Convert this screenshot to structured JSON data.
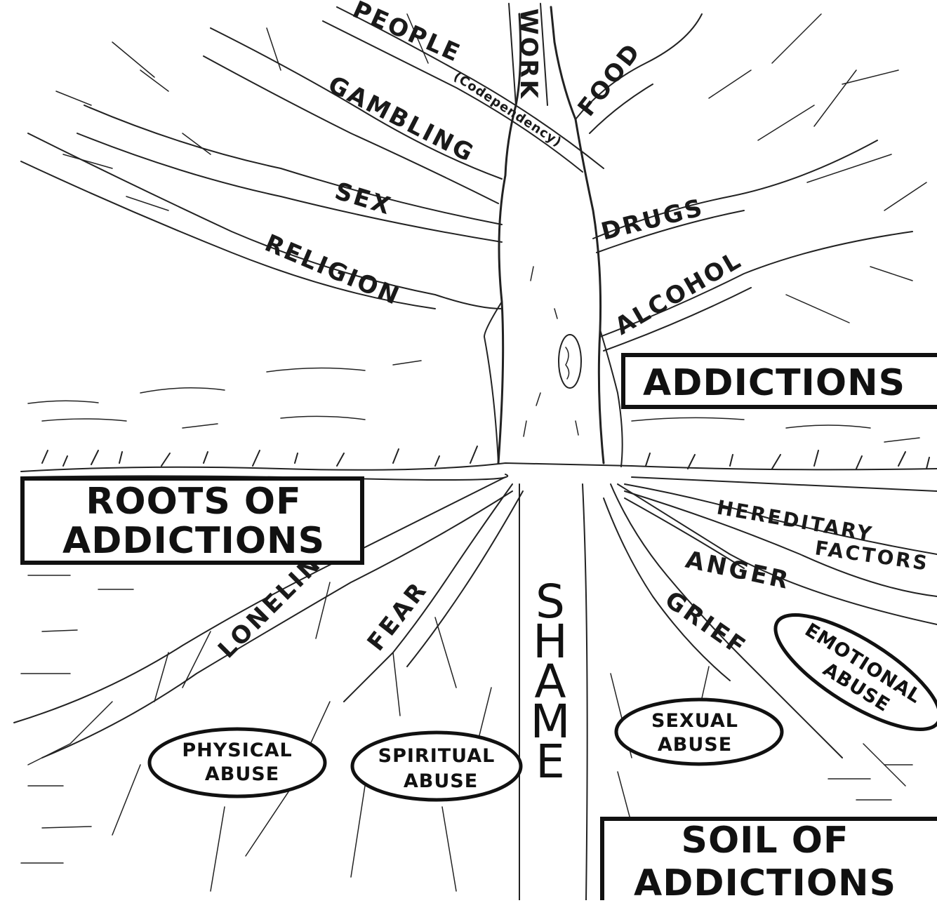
{
  "boxes": {
    "addictions": "ADDICTIONS",
    "roots_line1": "ROOTS OF",
    "roots_line2": "ADDICTIONS",
    "soil_line1": "SOIL OF",
    "soil_line2": "ADDICTIONS"
  },
  "branches": {
    "people": "PEOPLE",
    "codependency": "(Codependency)",
    "work": "WORK",
    "food": "FOOD",
    "gambling": "GAMBLING",
    "sex": "SEX",
    "religion": "RELIGION",
    "drugs": "DRUGS",
    "alcohol": "ALCOHOL"
  },
  "roots": {
    "loneliness": "LONELINESS",
    "fear": "FEAR",
    "shame": "SHAME",
    "grief": "GRIEF",
    "anger": "ANGER",
    "hereditary_line1": "HEREDITARY",
    "hereditary_line2": "FACTORS"
  },
  "ovals": {
    "physical_line1": "PHYSICAL",
    "physical_line2": "ABUSE",
    "spiritual_line1": "SPIRITUAL",
    "spiritual_line2": "ABUSE",
    "sexual_line1": "SEXUAL",
    "sexual_line2": "ABUSE",
    "emotional_line1": "EMOTIONAL",
    "emotional_line2": "ABUSE"
  },
  "colors": {
    "ink": "#111111",
    "paper": "#ffffff"
  }
}
